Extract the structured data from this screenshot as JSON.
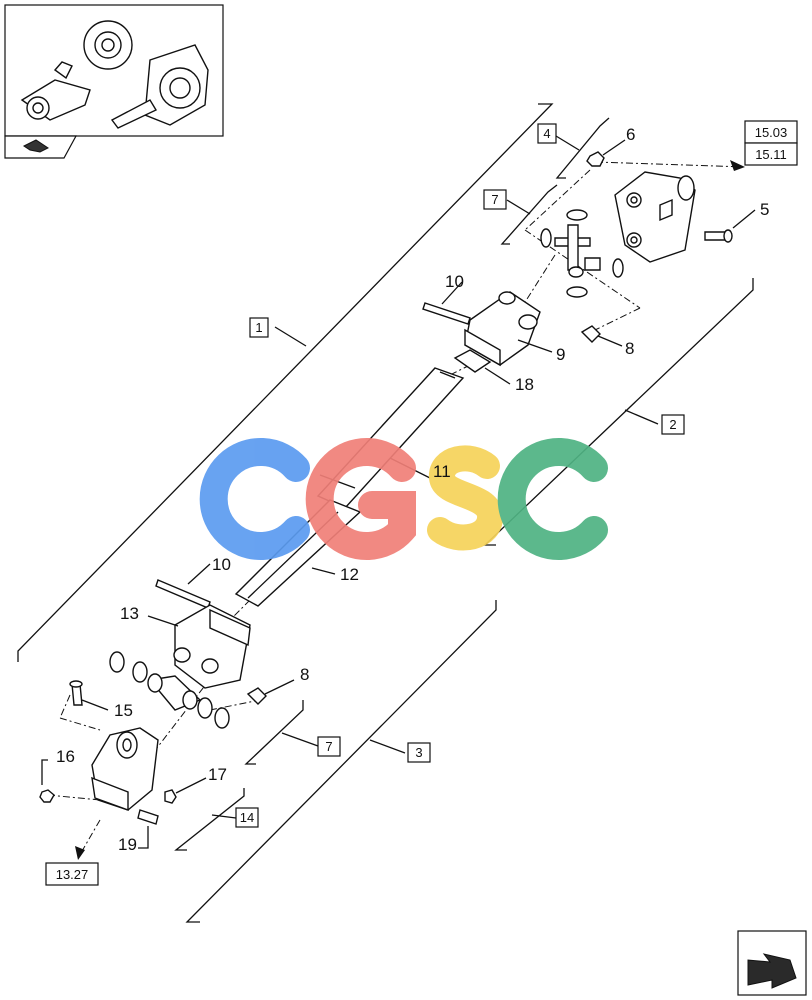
{
  "callouts": {
    "c1": "1",
    "c2": "2",
    "c3": "3",
    "c4": "4",
    "c5": "5",
    "c6": "6",
    "c7a": "7",
    "c7b": "7",
    "c8a": "8",
    "c8b": "8",
    "c9": "9",
    "c10a": "10",
    "c10b": "10",
    "c11": "11",
    "c12": "12",
    "c13": "13",
    "c14": "14",
    "c15": "15",
    "c16": "16",
    "c17": "17",
    "c18": "18",
    "c19": "19"
  },
  "references": {
    "ref_top_1": "15.03",
    "ref_top_2": "15.11",
    "ref_bottom": "13.27"
  },
  "watermark": {
    "letters": [
      "C",
      "G",
      "S",
      "C"
    ],
    "colors": [
      "#5b9bf0",
      "#f07f78",
      "#f6d35a",
      "#4fb383"
    ]
  }
}
